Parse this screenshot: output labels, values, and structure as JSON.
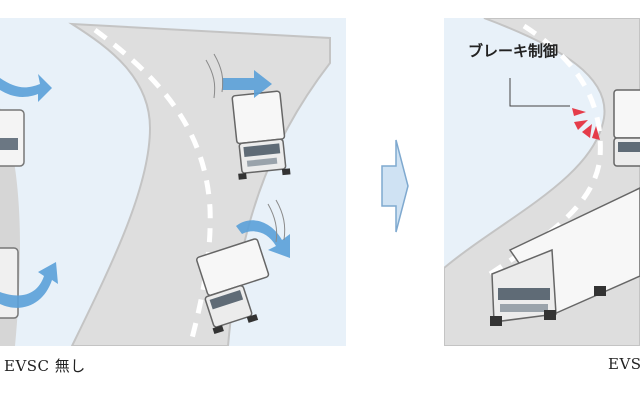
{
  "panels": {
    "left": {
      "caption": "EVSC 無し"
    },
    "right": {
      "caption": "EVSC",
      "brake_label": "ブレーキ制御"
    }
  },
  "colors": {
    "background": "#e8f1f9",
    "road": "#dedede",
    "road_edge": "#c4c4c4",
    "lane_marking": "#ffffff",
    "motion_arrow": "#5aa0d8",
    "brake_burst": "#e53c4a"
  },
  "icons": {
    "transition_arrow": "right-arrow-icon",
    "rotation_arrow": "curved-arrow-icon"
  }
}
